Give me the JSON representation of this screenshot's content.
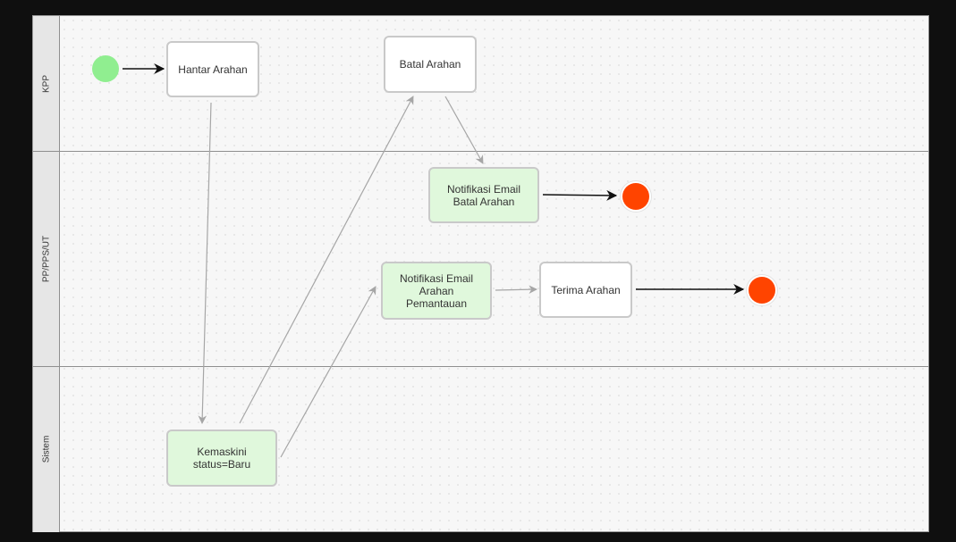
{
  "diagram": {
    "lanes": [
      {
        "id": "kpp",
        "label": "KPP"
      },
      {
        "id": "pp",
        "label": "PP/PPS/UT"
      },
      {
        "id": "sistem",
        "label": "Sistem"
      }
    ],
    "nodes": {
      "start": {
        "type": "start-event"
      },
      "hantar": {
        "label": "Hantar Arahan",
        "lane": "KPP"
      },
      "batal": {
        "label": "Batal Arahan",
        "lane": "KPP"
      },
      "notif_batal": {
        "label": "Notifikasi Email\nBatal Arahan",
        "lane": "PP/PPS/UT"
      },
      "end1": {
        "type": "end-event"
      },
      "notif_arahan": {
        "label": "Notifikasi Email\nArahan\nPemantauan",
        "lane": "PP/PPS/UT"
      },
      "terima": {
        "label": "Terima Arahan",
        "lane": "PP/PPS/UT"
      },
      "end2": {
        "type": "end-event"
      },
      "kemaskini": {
        "label": "Kemaskini\nstatus=Baru",
        "lane": "Sistem"
      }
    },
    "edges": [
      {
        "from": "start",
        "to": "hantar"
      },
      {
        "from": "hantar",
        "to": "kemaskini"
      },
      {
        "from": "kemaskini",
        "to": "batal"
      },
      {
        "from": "kemaskini",
        "to": "notif_arahan"
      },
      {
        "from": "batal",
        "to": "notif_batal"
      },
      {
        "from": "notif_batal",
        "to": "end1"
      },
      {
        "from": "notif_arahan",
        "to": "terima"
      },
      {
        "from": "terima",
        "to": "end2"
      }
    ],
    "colors": {
      "start_event": "#90ee90",
      "end_event": "#ff4400",
      "task_default": "#ffffff",
      "task_system": "#e0f8dc",
      "edge_dark": "#111111",
      "edge_light": "#a6a6a6"
    }
  }
}
